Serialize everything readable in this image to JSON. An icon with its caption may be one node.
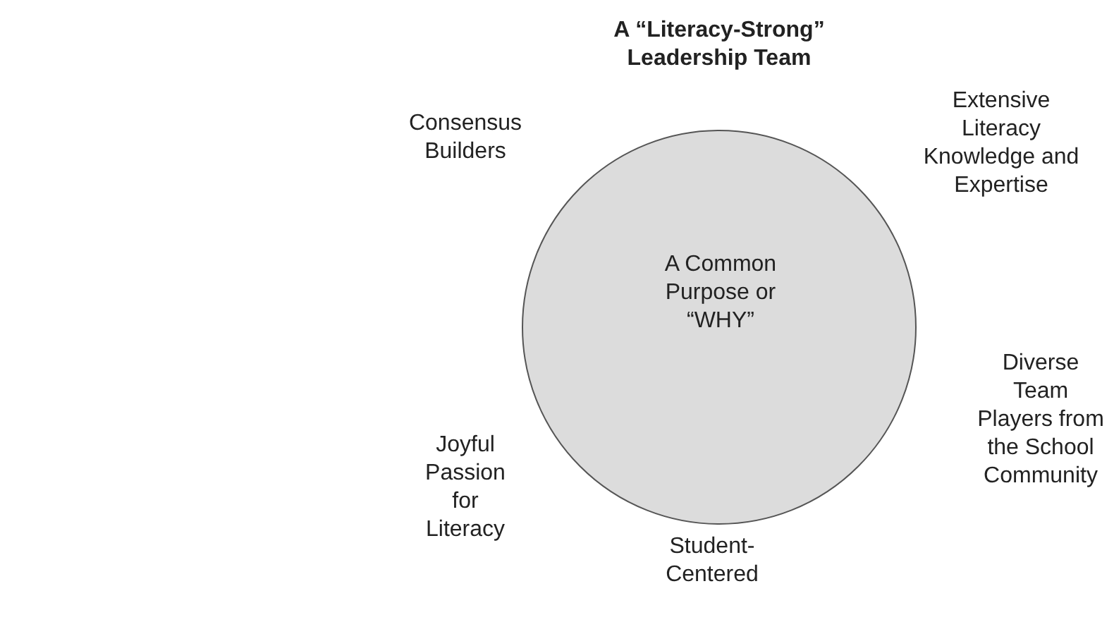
{
  "diagram": {
    "title": "A “Literacy-Strong” Leadership Team",
    "nodes": [
      {
        "text": [
          "A Common Purpose or “WHY”"
        ]
      }
    ],
    "labels": [
      "Extensive Literacy Knowledge and Expertise",
      "Consensus Builders",
      "Diverse Team Players from the School Community",
      "Joyful Passion for Literacy",
      "Student-Centered"
    ]
  }
}
